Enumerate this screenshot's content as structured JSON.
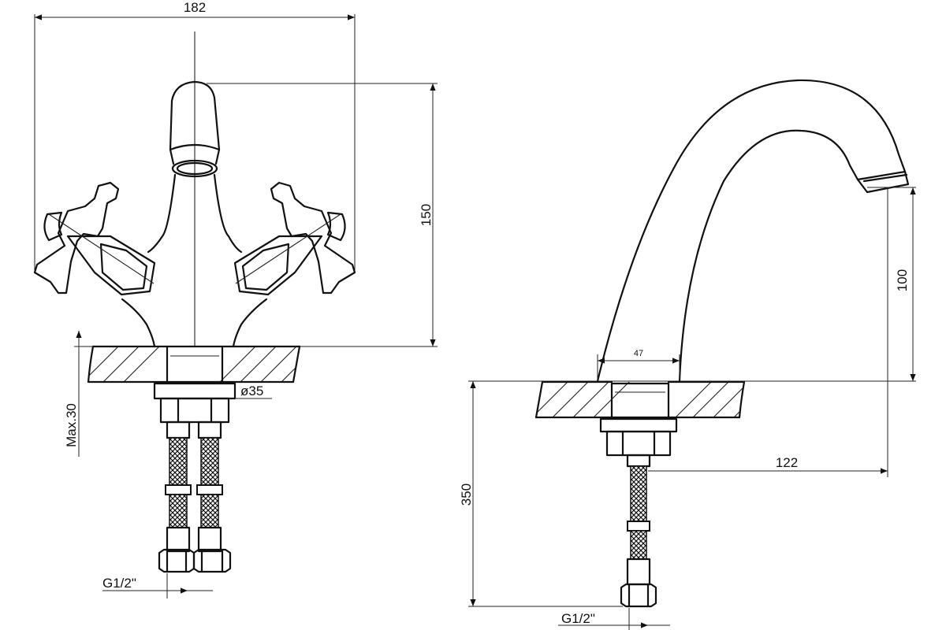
{
  "dimensions": {
    "overall_width": "182",
    "overall_height": "150",
    "max_thickness": "Max.30",
    "shank_diameter": "ø35",
    "thread_left": "G1/2\"",
    "spout_base_width": "47",
    "spout_height": "100",
    "spout_reach": "122",
    "hose_length": "350",
    "thread_right": "G1/2\""
  }
}
